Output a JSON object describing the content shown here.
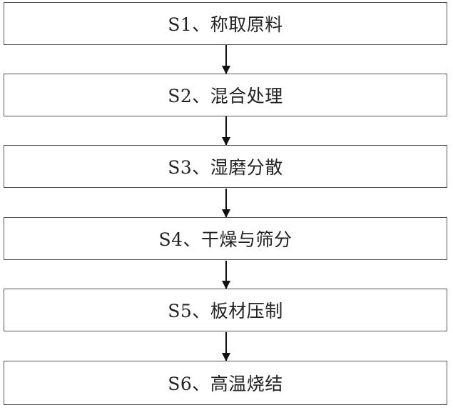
{
  "flowchart": {
    "steps": [
      {
        "id": "S1",
        "label": "S1、称取原料"
      },
      {
        "id": "S2",
        "label": "S2、混合处理"
      },
      {
        "id": "S3",
        "label": "S3、湿磨分散"
      },
      {
        "id": "S4",
        "label": "S4、干燥与筛分"
      },
      {
        "id": "S5",
        "label": "S5、板材压制"
      },
      {
        "id": "S6",
        "label": "S6、高温烧结"
      }
    ],
    "connector": "arrow-down",
    "colors": {
      "border": "#555555",
      "arrow": "#111111",
      "text": "#222222",
      "background": "#ffffff"
    }
  }
}
